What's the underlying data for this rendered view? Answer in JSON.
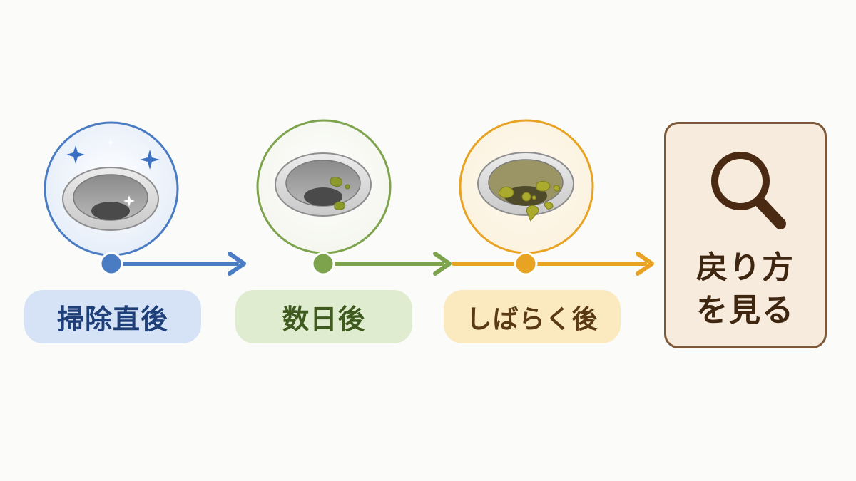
{
  "steps": [
    {
      "label": "掃除直後",
      "color": "#4a7cc3",
      "dirt": 0
    },
    {
      "label": "数日後",
      "color": "#7da34c",
      "dirt": 1
    },
    {
      "label": "しばらく後",
      "color": "#e8a322",
      "dirt": 2
    }
  ],
  "cta": {
    "label": "戻り方\nを見る",
    "icon": "magnifier-icon",
    "color": "#4a2a12"
  },
  "icons": {
    "sparkle": "sparkle-icon",
    "drain": "drain-icon",
    "arrow": "arrow-right-icon"
  }
}
